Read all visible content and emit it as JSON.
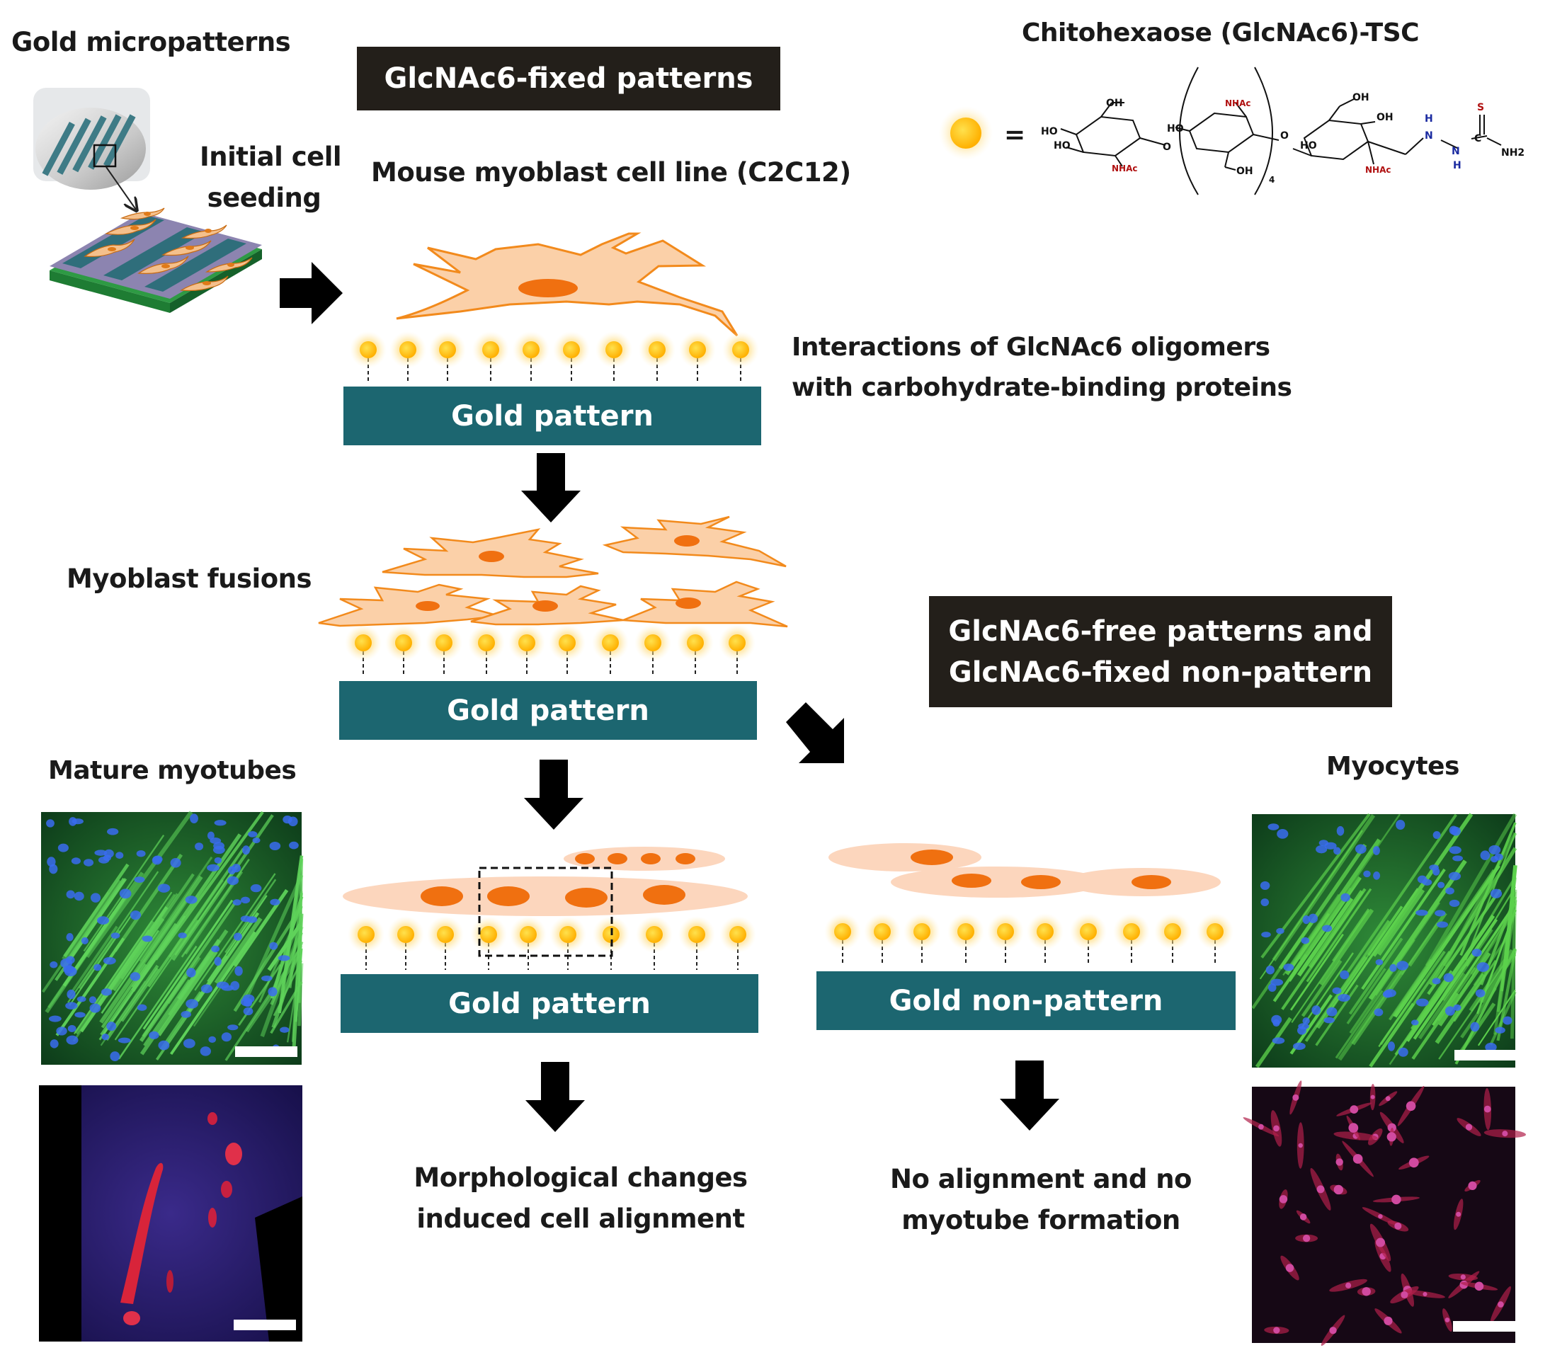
{
  "labels": {
    "gold_micropatterns": "Gold micropatterns",
    "initial_seeding_line1": "Initial cell",
    "initial_seeding_line2": "seeding",
    "cell_line": "Mouse myoblast cell line (C2C12)",
    "chem_title": "Chitohexaose (GlcNAc6)-TSC",
    "equals": "=",
    "interactions_line1": "Interactions of GlcNAc6 oligomers",
    "interactions_line2": "with carbohydrate-binding proteins",
    "myoblast_fusions": "Myoblast fusions",
    "mature_myotubes": "Mature myotubes",
    "myocytes": "Myocytes",
    "outcome_left_line1": "Morphological changes",
    "outcome_left_line2": "induced cell alignment",
    "outcome_right_line1": "No  alignment  and no",
    "outcome_right_line2": "myotube formation"
  },
  "boxes": {
    "fixed_patterns": "GlcNAc6-fixed patterns",
    "free_line1": "GlcNAc6-free patterns and",
    "free_line2": "GlcNAc6-fixed non-pattern",
    "gold_pattern_1": "Gold pattern",
    "gold_pattern_2": "Gold pattern",
    "gold_pattern_3": "Gold pattern",
    "gold_nonpattern": "Gold non-pattern"
  },
  "chem": {
    "oh": "OH",
    "ho": "HO",
    "nhac": "NHAc",
    "o": "O",
    "n": "N",
    "h": "H",
    "c": "C",
    "s": "S",
    "nh2": "NH2",
    "repeat": "4"
  },
  "colors": {
    "dark_box": "#231f1a",
    "gold_bar": "#1c6670",
    "cell_fill": "#fbd0a8",
    "cell_outline": "#f28a1c",
    "nucleus": "#f07010",
    "bead": "#ffc000",
    "myotube": "#fcd6bd"
  }
}
